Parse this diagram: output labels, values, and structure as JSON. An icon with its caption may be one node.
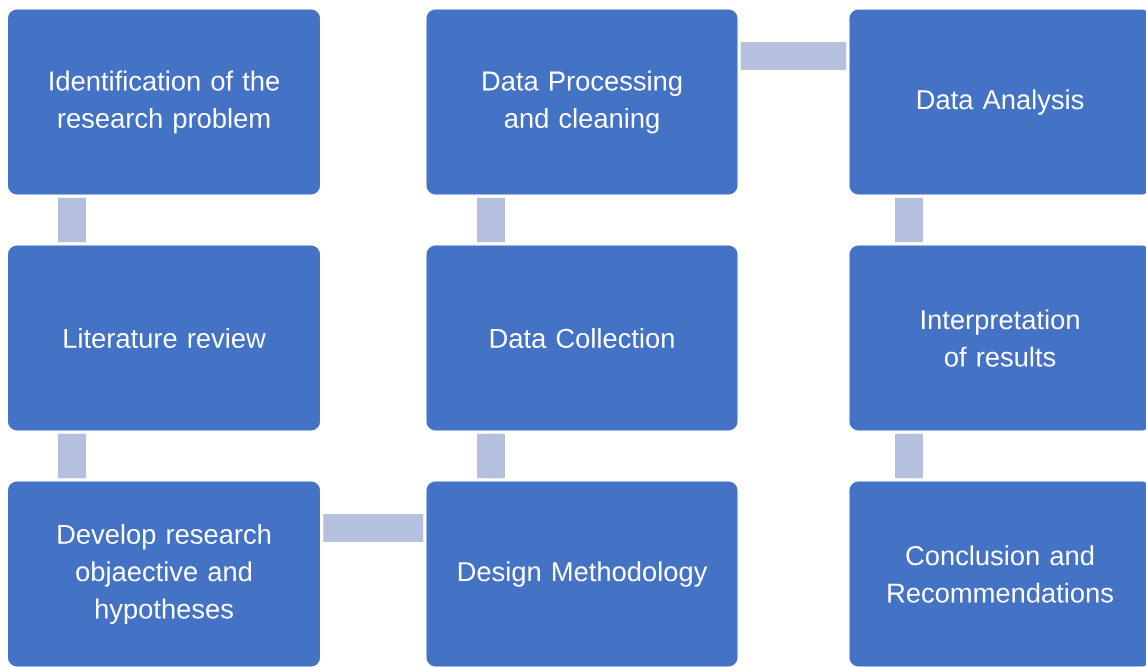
{
  "diagram": {
    "nodes": [
      {
        "text": [
          "Identification of the research problem"
        ]
      },
      {
        "text": [
          "Literature review"
        ]
      },
      {
        "text": [
          "Develop research objaective and hypotheses"
        ]
      },
      {
        "text": [
          "Design Methodology"
        ]
      },
      {
        "text": [
          "Data Collection"
        ]
      },
      {
        "text": [
          "Data Processing and cleaning"
        ]
      },
      {
        "text": [
          "Data Analysis"
        ]
      },
      {
        "text": [
          "Interpretation of results"
        ]
      },
      {
        "text": [
          "Conclusion and Recommendations"
        ]
      }
    ],
    "edges": [
      {
        "from": 0,
        "to": 1,
        "arrow": "none"
      },
      {
        "from": 1,
        "to": 2,
        "arrow": "none"
      },
      {
        "from": 2,
        "to": 3,
        "arrow": "none"
      },
      {
        "from": 3,
        "to": 4,
        "arrow": "none"
      },
      {
        "from": 4,
        "to": 5,
        "arrow": "none"
      },
      {
        "from": 5,
        "to": 6,
        "arrow": "none"
      },
      {
        "from": 6,
        "to": 7,
        "arrow": "none"
      },
      {
        "from": 7,
        "to": 8,
        "arrow": "none"
      }
    ]
  }
}
